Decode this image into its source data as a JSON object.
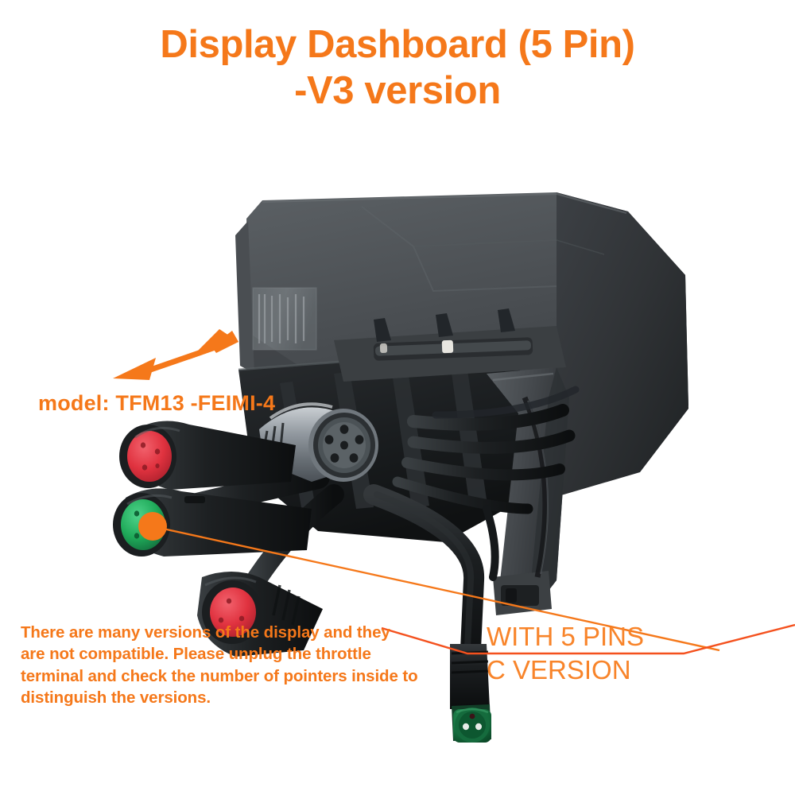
{
  "title": {
    "line1": "Display Dashboard (5 Pin)",
    "line2": "-V3 version",
    "color": "#F5781A"
  },
  "annotations": {
    "model_label": "model: TFM13 -FEIMI-4",
    "warning_note": "There are many versions of the display and they are not compatible. Please unplug the throttle terminal and check the number of pointers inside to distinguish the versions.",
    "pins_line1": "WITH 5 PINS",
    "pins_line2": "C VERSION",
    "accent_color": "#F5781A",
    "leader_color": "#F4511E"
  },
  "product": {
    "name": "e-bike display dashboard",
    "body_color": "#4a4d50",
    "body_shadow_color": "#2e3133",
    "cable_color": "#16181a",
    "connectors": [
      {
        "name": "red-female-connector-upper",
        "color": "#e03a46",
        "pins": 4
      },
      {
        "name": "green-female-connector",
        "color": "#1faa59",
        "pins": 5
      },
      {
        "name": "red-female-connector-lower",
        "color": "#e03a46",
        "pins": 3
      },
      {
        "name": "metal-5pin-connector",
        "color": "#9aa0a6",
        "pins": 5
      },
      {
        "name": "green-male-connector",
        "color": "#0f7a3d",
        "pins": 3
      }
    ],
    "marker_dot_color": "#F5781A"
  }
}
